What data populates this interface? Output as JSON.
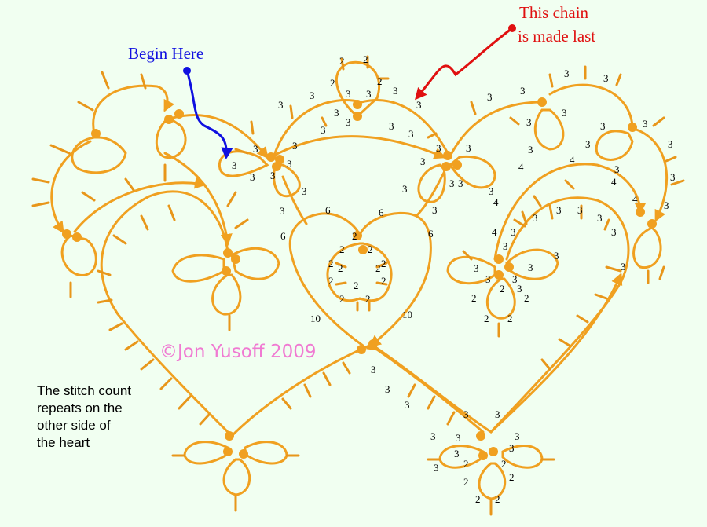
{
  "annotations": {
    "begin_here": "Begin Here",
    "chain_note_line1": "This chain",
    "chain_note_line2": "is made last",
    "copyright": "©Jon Yusoff 2009",
    "stitch_note": [
      "The stitch count",
      "repeats on the",
      "other side of",
      "the heart"
    ]
  },
  "colors": {
    "thread": "#f0a020",
    "picot": "#e8961a",
    "begin_arrow": "#1010e0",
    "last_chain_arrow": "#e01010",
    "copyright": "#f07ad2",
    "background": "#f1fff1"
  },
  "stitch_counts": {
    "top_ring": [
      "2",
      "2",
      "2",
      "2",
      "3",
      "3",
      "3",
      "3"
    ],
    "top_chain": [
      "3",
      "3",
      "3",
      "3",
      "3",
      "3",
      "3",
      "3"
    ],
    "left_cluster": [
      "3",
      "3",
      "3",
      "3",
      "3",
      "3",
      "3"
    ],
    "right_cluster": [
      "3",
      "3",
      "3",
      "3",
      "3",
      "3",
      "3",
      "3",
      "3",
      "3",
      "3",
      "3",
      "3"
    ],
    "long_chains": [
      "4",
      "4",
      "4",
      "4",
      "4",
      "6",
      "6",
      "6",
      "6",
      "10",
      "10"
    ],
    "center_ring": [
      "2",
      "2",
      "2",
      "2",
      "2",
      "2",
      "2",
      "2",
      "2",
      "2",
      "2",
      "2"
    ],
    "right_lower_cluster": [
      "3",
      "3",
      "3",
      "3",
      "3",
      "3",
      "3",
      "3",
      "3",
      "3",
      "3",
      "3",
      "3",
      "3",
      "2",
      "2",
      "2",
      "2",
      "2"
    ],
    "bottom_right_cluster": [
      "3",
      "3",
      "3",
      "3",
      "3",
      "3",
      "3",
      "3",
      "3",
      "3",
      "3",
      "2",
      "2",
      "2",
      "2",
      "2",
      "2"
    ],
    "right_edge": [
      "3",
      "3",
      "3",
      "3",
      "3",
      "3",
      "3",
      "3",
      "3",
      "4"
    ]
  }
}
